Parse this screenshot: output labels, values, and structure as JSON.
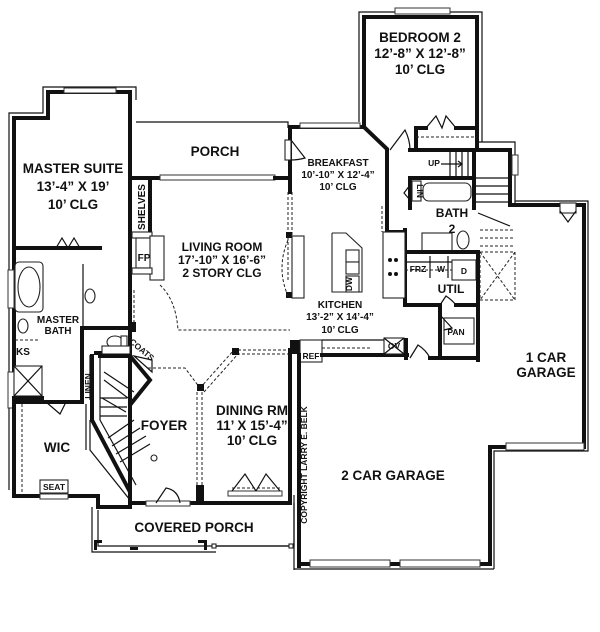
{
  "plan": {
    "type": "floor-plan",
    "rooms": {
      "master_suite": {
        "name": "MASTER SUITE",
        "size": "13’-4” X 19’",
        "ceiling": "10’ CLG"
      },
      "porch": {
        "name": "PORCH"
      },
      "breakfast": {
        "name": "BREAKFAST",
        "size": "10’-10” X 12’-4”",
        "ceiling": "10’ CLG"
      },
      "bedroom2": {
        "name": "BEDROOM 2",
        "size": "12’-8” X 12’-8”",
        "ceiling": "10’ CLG"
      },
      "living_room": {
        "name": "LIVING ROOM",
        "size": "17’-10” X 16’-6”",
        "ceiling": "2 STORY CLG"
      },
      "kitchen": {
        "name": "KITCHEN",
        "size": "13’-2” X 14’-4”",
        "ceiling": "10’ CLG"
      },
      "bath2": {
        "name": "BATH",
        "number": "2"
      },
      "util": {
        "name": "UTIL"
      },
      "master_bath": {
        "name": "MASTER",
        "name2": "BATH"
      },
      "foyer": {
        "name": "FOYER"
      },
      "dining_rm": {
        "name": "DINING RM",
        "size": "11’ X 15’-4”",
        "ceiling": "10’ CLG"
      },
      "wic": {
        "name": "WIC"
      },
      "covered_porch": {
        "name": "COVERED PORCH"
      },
      "garage2": {
        "name": "2 CAR GARAGE"
      },
      "garage1": {
        "name": "1 CAR",
        "name2": "GARAGE"
      }
    },
    "fixtures": {
      "shelves": "SHELVES",
      "fireplace": "FP",
      "coats": "COATS",
      "linen": "LINEN",
      "lin": "LIN",
      "ks": "KS",
      "seat": "SEAT",
      "dw": "DW",
      "ref": "REF",
      "ov": "OV",
      "pan": "PAN",
      "frz": "FRZ",
      "washer": "W",
      "dryer": "D",
      "stairs_up": "UP"
    },
    "copyright": "COPYRIGHT LARRY E. BELK"
  }
}
